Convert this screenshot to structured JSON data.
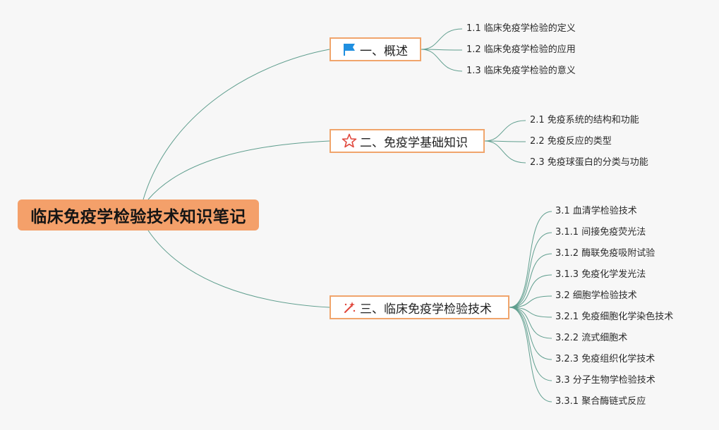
{
  "root": {
    "title": "临床免疫学检验技术知识笔记"
  },
  "branches": [
    {
      "label": "一、概述",
      "icon": "flag-icon",
      "children": [
        "1.1 临床免疫学检验的定义",
        "1.2 临床免疫学检验的应用",
        "1.3 临床免疫学检验的意义"
      ]
    },
    {
      "label": "二、免疫学基础知识",
      "icon": "star-icon",
      "children": [
        "2.1 免疫系统的结构和功能",
        "2.2 免疫反应的类型",
        "2.3 免疫球蛋白的分类与功能"
      ]
    },
    {
      "label": "三、临床免疫学检验技术",
      "icon": "magic-wand-icon",
      "children": [
        "3.1 血清学检验技术",
        "3.1.1 间接免疫荧光法",
        "3.1.2 酶联免疫吸附试验",
        "3.1.3 免疫化学发光法",
        "3.2 细胞学检验技术",
        "3.2.1 免疫细胞化学染色技术",
        "3.2.2 流式细胞术",
        "3.2.3 免疫组织化学技术",
        "3.3 分子生物学检验技术",
        "3.3.1 聚合酶链式反应"
      ]
    }
  ],
  "colors": {
    "root_fill": "#f4a06a",
    "branch_border": "#f0a56c",
    "link": "#5f9e8e",
    "flag": "#1f8fe0",
    "star": "#e0463b",
    "wand": "#e0463b"
  }
}
